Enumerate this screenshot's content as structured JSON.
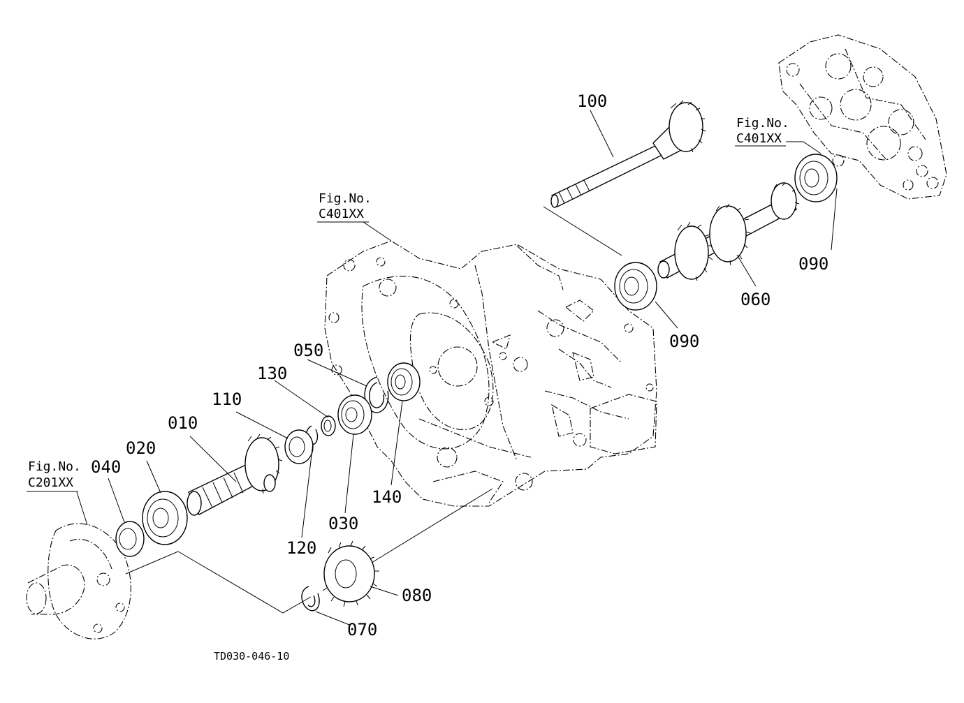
{
  "diagram": {
    "drawing_code": "TD030-046-10",
    "fig_refs": [
      {
        "line1": "Fig.No.",
        "line2": "C401XX"
      },
      {
        "line1": "Fig.No.",
        "line2": "C401XX"
      },
      {
        "line1": "Fig.No.",
        "line2": "C201XX"
      }
    ],
    "parts": [
      {
        "id": "010",
        "label": "010"
      },
      {
        "id": "020",
        "label": "020"
      },
      {
        "id": "030",
        "label": "030"
      },
      {
        "id": "040",
        "label": "040"
      },
      {
        "id": "050",
        "label": "050"
      },
      {
        "id": "060",
        "label": "060"
      },
      {
        "id": "070",
        "label": "070"
      },
      {
        "id": "080",
        "label": "080"
      },
      {
        "id": "090a",
        "label": "090"
      },
      {
        "id": "090b",
        "label": "090"
      },
      {
        "id": "100",
        "label": "100"
      },
      {
        "id": "110",
        "label": "110"
      },
      {
        "id": "120",
        "label": "120"
      },
      {
        "id": "130",
        "label": "130"
      },
      {
        "id": "140",
        "label": "140"
      }
    ]
  }
}
